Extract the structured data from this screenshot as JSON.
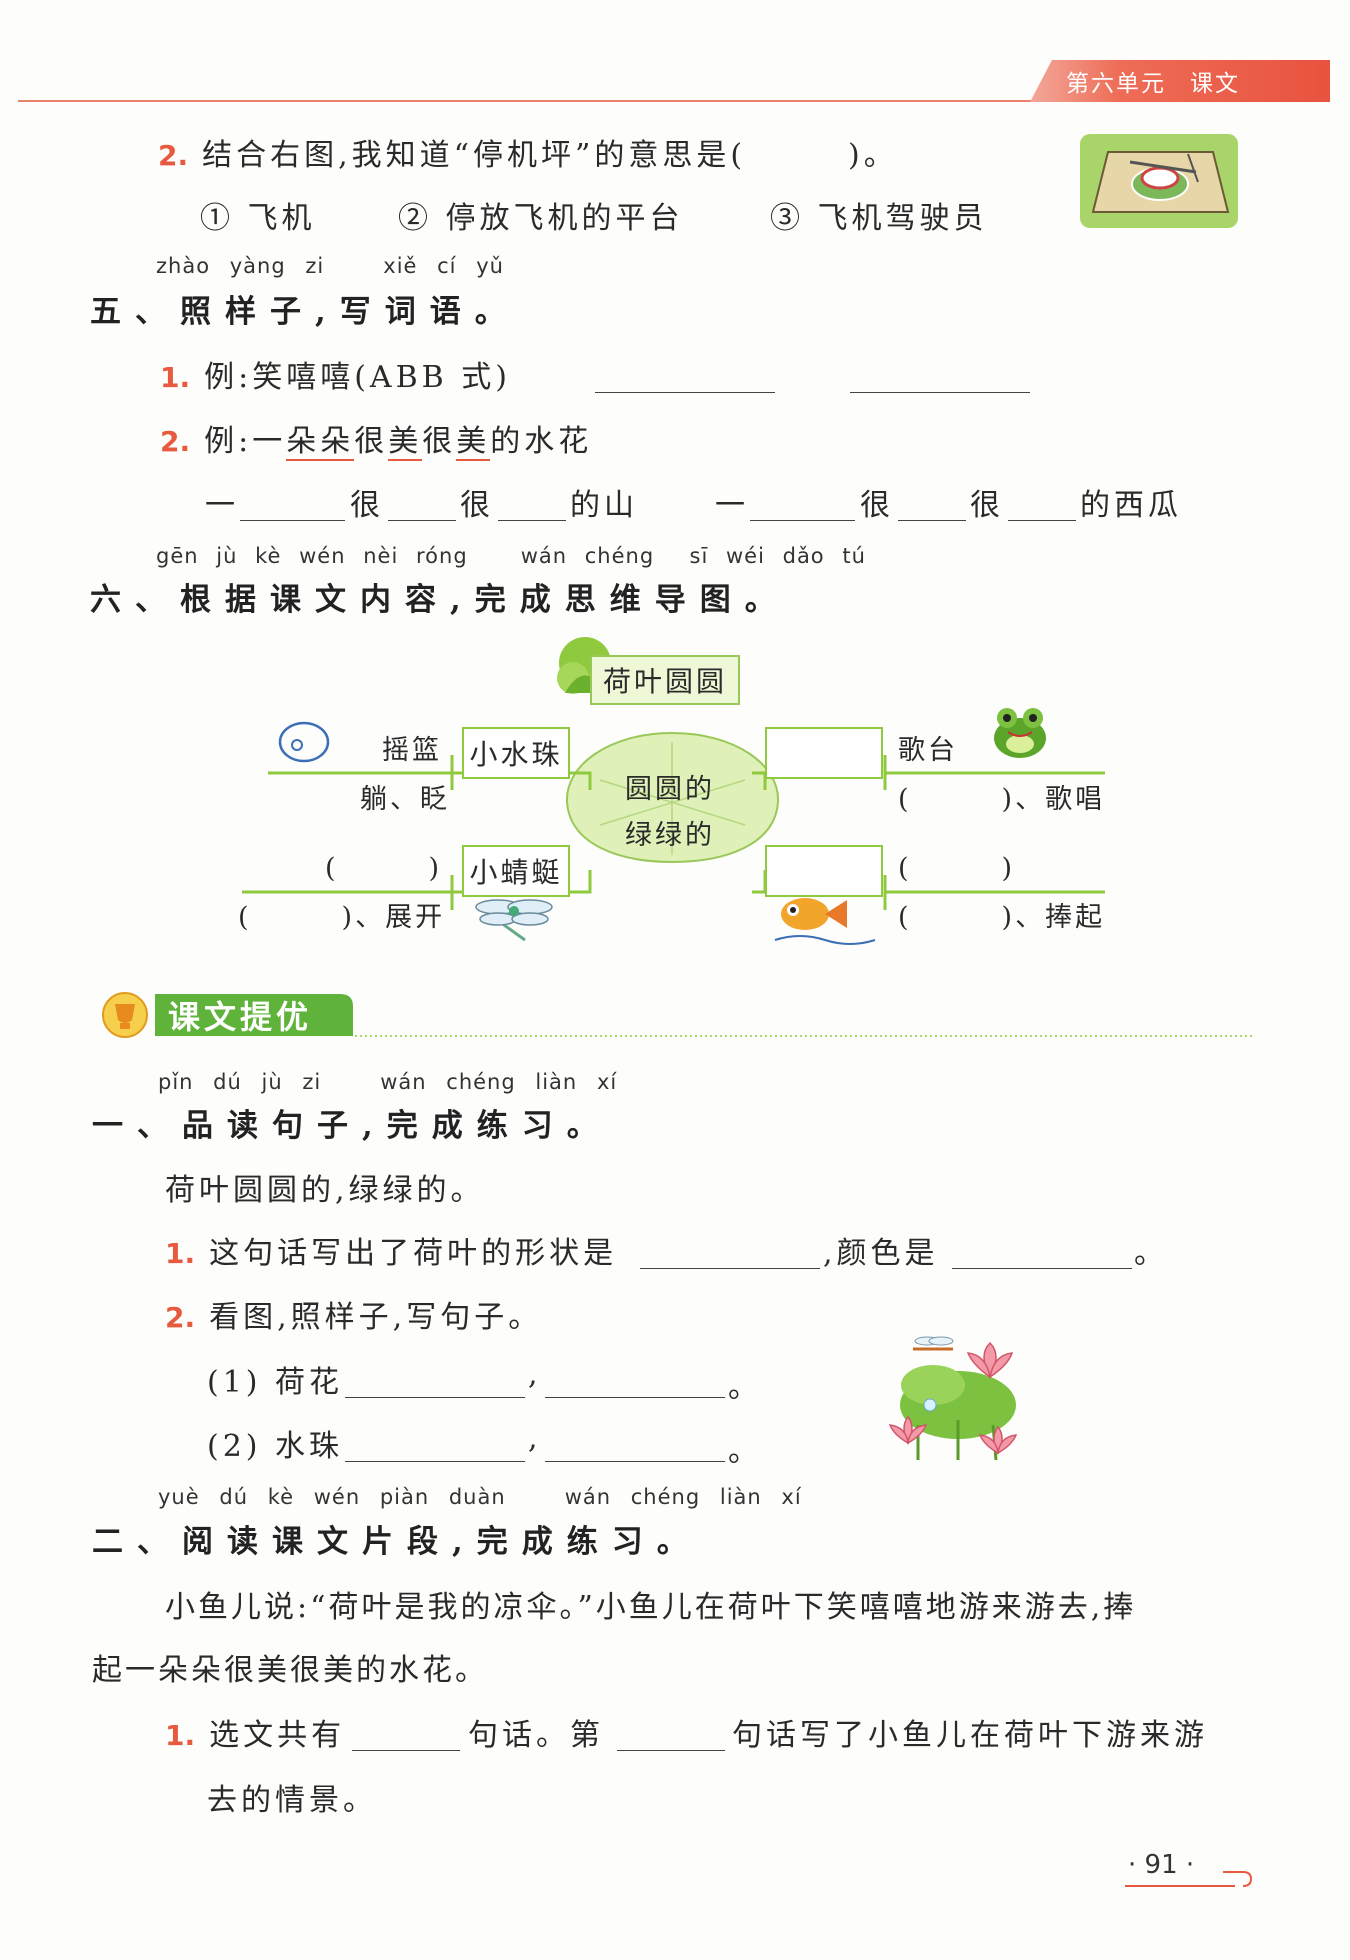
{
  "header": {
    "unit": "第六单元",
    "section": "课文"
  },
  "q2_top": {
    "num": "2.",
    "text": "结合右图,我知道“停机坪”的意思是(　　　)。",
    "options": [
      "① 飞机",
      "② 停放飞机的平台",
      "③ 飞机驾驶员"
    ]
  },
  "sec5": {
    "pinyin": [
      "zhào",
      "yàng",
      "zi",
      "xiě",
      "cí",
      "yǔ"
    ],
    "title": "五、照样子,写词语。",
    "q1_num": "1.",
    "q1_text": "例:笑嘻嘻(ABB 式)",
    "q2_num": "2.",
    "q2_prefix": "例:一",
    "q2_u1": "朵朵",
    "q2_mid1": "很",
    "q2_u2": "美",
    "q2_mid2": "很",
    "q2_u3": "美",
    "q2_suffix": "的水花",
    "row": {
      "yi1": "一",
      "hen1": "很",
      "hen2": "很",
      "end1": "的山",
      "yi2": "一",
      "hen3": "很",
      "hen4": "很",
      "end2": "的西瓜"
    }
  },
  "sec6": {
    "pinyin": [
      "gēn",
      "jù",
      "kè",
      "wén",
      "nèi",
      "róng",
      "wán",
      "chéng",
      "sī",
      "wéi",
      "dǎo",
      "tú"
    ],
    "title": "六、根据课文内容,完成思维导图。"
  },
  "mindmap": {
    "top": "荷叶圆圆",
    "center1": "圆圆的",
    "center2": "绿绿的",
    "node_left1": "小水珠",
    "node_left2": "小蜻蜓",
    "l1_top": "摇篮",
    "l1_bottom": "躺、眨",
    "l2_top": "(　　　)",
    "l2_bottom": "(　　　)、展开",
    "r1_top": "歌台",
    "r1_bottom": "(　　　)、歌唱",
    "r2_top": "(　　　)",
    "r2_bottom": "(　　　)、捧起"
  },
  "banner": {
    "title": "课文提优"
  },
  "sec1": {
    "pinyin": [
      "pǐn",
      "dú",
      "jù",
      "zi",
      "wán",
      "chéng",
      "liàn",
      "xí"
    ],
    "title": "一、品读句子,完成练习。",
    "sentence": "荷叶圆圆的,绿绿的。",
    "q1_num": "1.",
    "q1_a": "这句话写出了荷叶的形状是",
    "q1_b": ",颜色是",
    "q1_c": "。",
    "q2_num": "2.",
    "q2_text": "看图,照样子,写句子。",
    "s1": "(1) 荷花",
    "s2": "(2) 水珠",
    "comma": ",",
    "period": "。"
  },
  "sec2": {
    "pinyin": [
      "yuè",
      "dú",
      "kè",
      "wén",
      "piàn",
      "duàn",
      "wán",
      "chéng",
      "liàn",
      "xí"
    ],
    "title": "二、阅读课文片段,完成练习。",
    "para1": "小鱼儿说:“荷叶是我的凉伞。”小鱼儿在荷叶下笑嘻嘻地游来游去,捧",
    "para2": "起一朵朵很美很美的水花。",
    "q1_num": "1.",
    "q1_a": "选文共有",
    "q1_b": "句话。第",
    "q1_c": "句话写了小鱼儿在荷叶下游来游",
    "q1_d": "去的情景。"
  },
  "footer": {
    "page": "· 91 ·"
  }
}
